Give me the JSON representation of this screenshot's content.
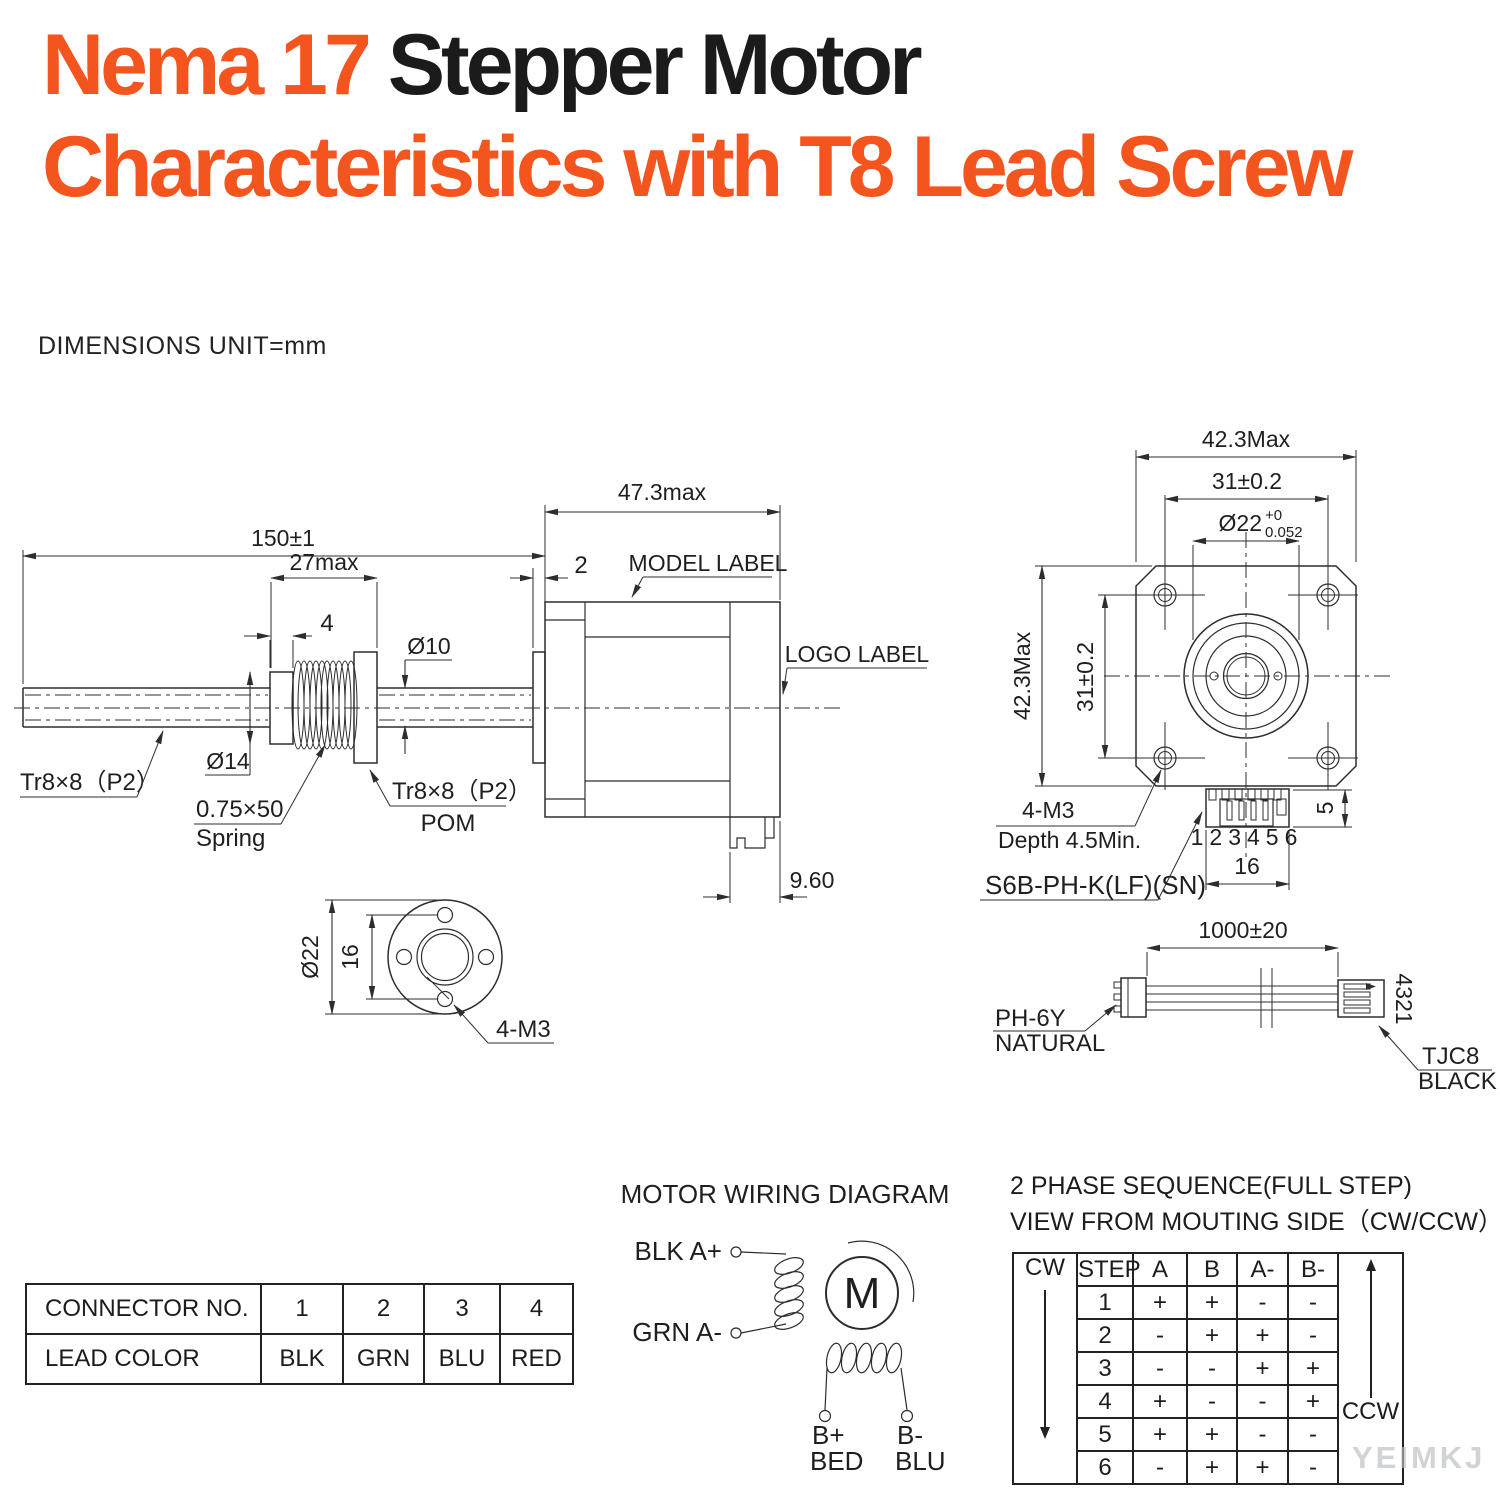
{
  "header": {
    "title_line1_accent": "Nema 17",
    "title_line1_rest": " Stepper Motor",
    "title_line2": "Characteristics with T8 Lead Screw",
    "accent_color": "#F4541D",
    "note": "DIMENSIONS UNIT=mm"
  },
  "side_view": {
    "dim_overall": "150±1",
    "dim_nut_travel": "27max",
    "dim_flange_thk": "4",
    "dim_screw_dia": "Ø10",
    "dim_flange_dia": "Ø14",
    "dim_motor_len": "47.3max",
    "dim_boss": "2",
    "dim_connector": "9.60",
    "label_screw": "Tr8×8（P2）",
    "label_spring_size": "0.75×50",
    "label_spring": "Spring",
    "label_nut": "Tr8×8（P2）",
    "label_nut_material": "POM",
    "label_model": "MODEL LABEL",
    "label_logo": "LOGO LABEL"
  },
  "front_view": {
    "dim_width": "42.3Max",
    "dim_hole_pitch_h": "31±0.2",
    "dim_pilot": "Ø22",
    "dim_pilot_tol_upper": "+0",
    "dim_pilot_tol_lower": "0.052",
    "dim_height": "42.3Max",
    "dim_hole_pitch_v": "31±0.2",
    "dim_conn_height": "5",
    "pin_numbers": "123456",
    "dim_conn_width": "16",
    "label_holes": "4-M3",
    "label_depth": "Depth 4.5Min.",
    "label_connector": "S6B-PH-K(LF)(SN)"
  },
  "flange_view": {
    "dim_outer": "Ø22",
    "dim_pitch": "16",
    "label_holes": "4-M3"
  },
  "cable_view": {
    "dim_length": "1000±20",
    "pin_numbers": "4321",
    "label_left_1": "PH-6Y",
    "label_left_2": "NATURAL",
    "label_right_1": "TJC8",
    "label_right_2": "BLACK"
  },
  "connector_table": {
    "row1_label": "CONNECTOR NO.",
    "row1_values": [
      "1",
      "2",
      "3",
      "4"
    ],
    "row2_label": "LEAD COLOR",
    "row2_values": [
      "BLK",
      "GRN",
      "BLU",
      "RED"
    ]
  },
  "wiring": {
    "title": "MOTOR WIRING DIAGRAM",
    "terminal_a_plus": "BLK A+",
    "terminal_a_minus": "GRN A-",
    "motor_letter": "M",
    "terminal_b_plus_1": "B+",
    "terminal_b_plus_2": "BED",
    "terminal_b_minus_1": "B-",
    "terminal_b_minus_2": "BLU"
  },
  "phase_table": {
    "title_1": "2 PHASE SEQUENCE(FULL STEP)",
    "title_2": "VIEW FROM MOUTING SIDE（CW/CCW）",
    "cw": "CW",
    "ccw": "CCW",
    "headers": [
      "STEP",
      "A",
      "B",
      "A-",
      "B-"
    ],
    "rows": [
      [
        "1",
        "+",
        "+",
        "-",
        "-"
      ],
      [
        "2",
        "-",
        "+",
        "+",
        "-"
      ],
      [
        "3",
        "-",
        "-",
        "+",
        "+"
      ],
      [
        "4",
        "+",
        "-",
        "-",
        "+"
      ],
      [
        "5",
        "+",
        "+",
        "-",
        "-"
      ],
      [
        "6",
        "-",
        "+",
        "+",
        "-"
      ]
    ]
  },
  "watermark": "YEIMKJ"
}
